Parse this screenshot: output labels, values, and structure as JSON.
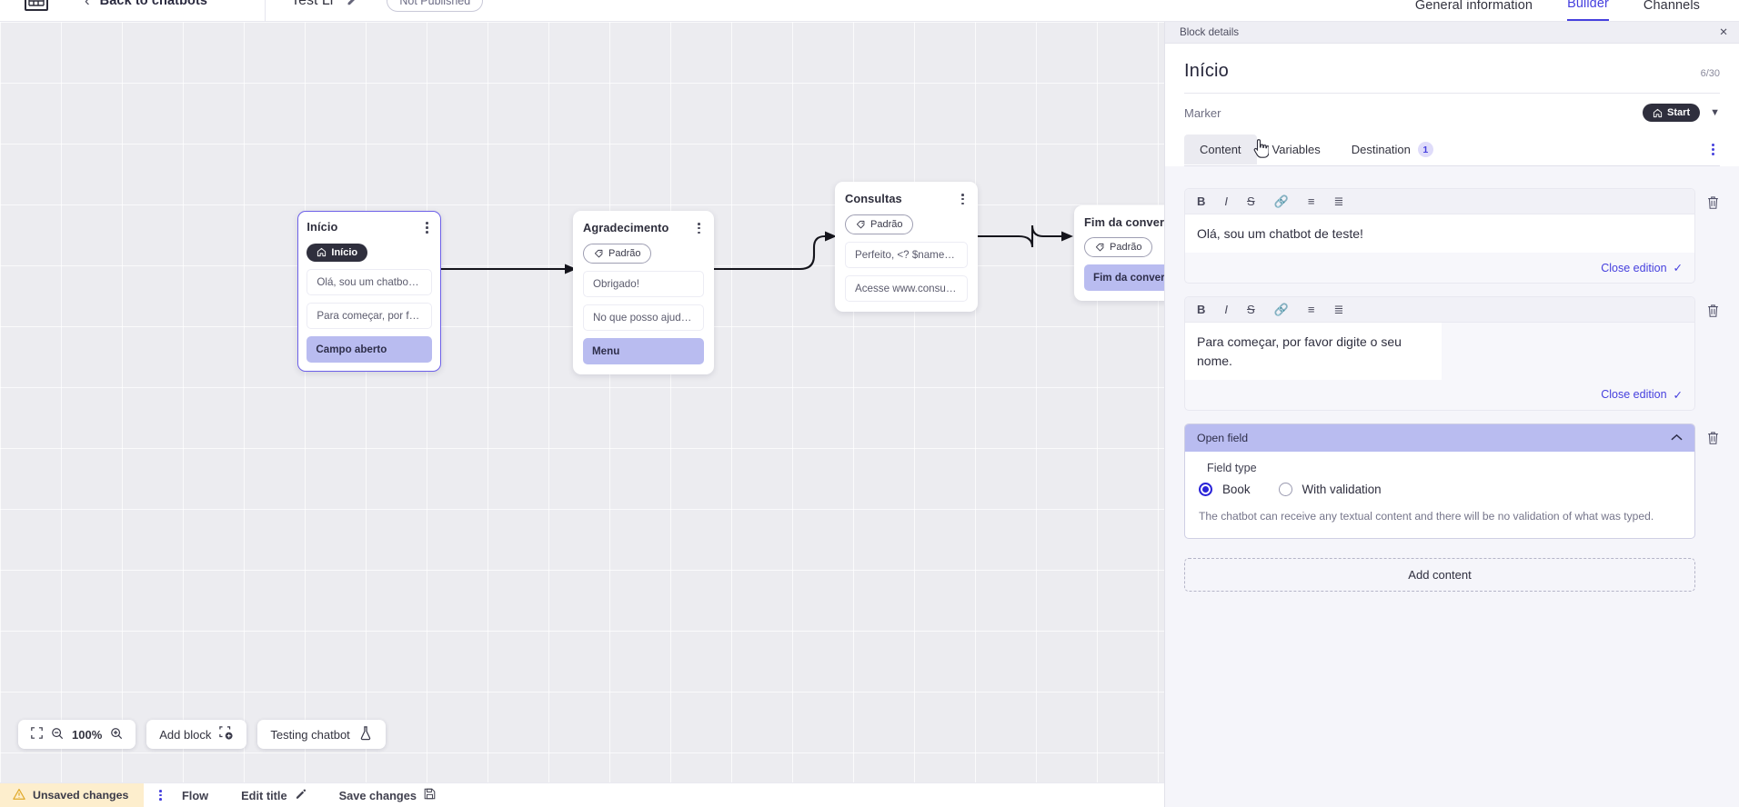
{
  "header": {
    "logo_alt": "app-logo",
    "back_label": "Back to chatbots",
    "bot_title": "Test Li",
    "publish_badge": "Not Published",
    "tabs": [
      {
        "label": "General information",
        "active": false
      },
      {
        "label": "Builder",
        "active": true
      },
      {
        "label": "Channels",
        "active": false
      }
    ]
  },
  "canvas": {
    "zoom_level": "100%",
    "add_block_label": "Add block",
    "testing_label": "Testing chatbot",
    "nodes": [
      {
        "title": "Início",
        "chip": "Início",
        "chip_type": "start",
        "rows": [
          {
            "text": "Olá, sou um chatbot de teste!",
            "style": "plain"
          },
          {
            "text": "Para começar, por favor digite o ...",
            "style": "plain"
          },
          {
            "text": "Campo aberto",
            "style": "highlight"
          }
        ]
      },
      {
        "title": "Agradecimento",
        "chip": "Padrão",
        "chip_type": "default",
        "rows": [
          {
            "text": "Obrigado!",
            "style": "plain"
          },
          {
            "text": "No que posso ajudar, <? $name ...",
            "style": "plain"
          },
          {
            "text": "Menu",
            "style": "highlight"
          }
        ]
      },
      {
        "title": "Consultas",
        "chip": "Padrão",
        "chip_type": "default",
        "rows": [
          {
            "text": "Perfeito, <? $name ?>!",
            "style": "plain"
          },
          {
            "text": "Acesse www.consultas.com par...",
            "style": "plain"
          }
        ]
      },
      {
        "title": "Fim da conversa",
        "chip": "Padrão",
        "chip_type": "default",
        "rows": [
          {
            "text": "Fim da conversa",
            "style": "highlight"
          }
        ]
      }
    ]
  },
  "statusbar": {
    "unsaved_label": "Unsaved changes",
    "flow_label": "Flow",
    "edit_title_label": "Edit title",
    "save_label": "Save changes"
  },
  "panel": {
    "bar_title": "Block details",
    "block_title": "Início",
    "counter": "6/30",
    "marker_label": "Marker",
    "marker_value": "Start",
    "tabs": [
      {
        "label": "Content",
        "active": true,
        "badge": ""
      },
      {
        "label": "Variables",
        "active": false,
        "badge": ""
      },
      {
        "label": "Destination",
        "active": false,
        "badge": "1"
      }
    ],
    "editors": [
      {
        "text": "Olá, sou um chatbot de teste!",
        "close_label": "Close edition"
      },
      {
        "text": "Para começar, por favor digite o seu nome.",
        "close_label": "Close edition"
      }
    ],
    "open_field": {
      "header": "Open field",
      "field_type_label": "Field type",
      "options": [
        {
          "label": "Book",
          "selected": true
        },
        {
          "label": "With validation",
          "selected": false
        }
      ],
      "description": "The chatbot can receive any textual content and there will be no validation of what was typed."
    },
    "add_content_label": "Add content"
  },
  "colors": {
    "accent": "#4640de",
    "highlight": "#b9bcf0",
    "warning_bg": "#fdeecd",
    "canvas_bg": "#ececf0"
  }
}
